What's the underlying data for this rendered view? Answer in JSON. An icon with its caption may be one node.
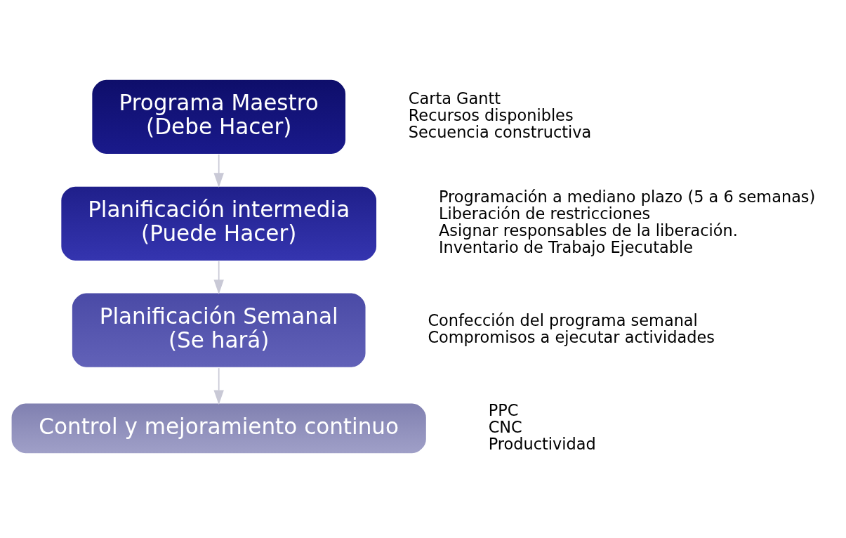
{
  "diagram": {
    "nodes": [
      {
        "text": [
          "Programa Maestro",
          "(Debe Hacer)"
        ],
        "beside": [
          "Carta Gantt",
          "Recursos disponibles",
          "Secuencia constructiva"
        ]
      },
      {
        "text": [
          "Planificación intermedia",
          "(Puede Hacer)"
        ],
        "beside": [
          "Programación a mediano plazo (5 a 6 semanas)",
          "Liberación de restricciones",
          "Asignar responsables de la liberación.",
          "Inventario de Trabajo Ejecutable"
        ]
      },
      {
        "text": [
          "Planificación Semanal",
          "(Se hará)"
        ],
        "beside": [
          "Confección del programa semanal",
          "Compromisos a ejecutar actividades"
        ]
      },
      {
        "text": [
          "Control y mejoramiento continuo"
        ],
        "beside": [
          "PPC",
          "CNC",
          "Productividad"
        ]
      }
    ],
    "edges": [
      {
        "from": 0,
        "to": 1,
        "arrow": "to"
      },
      {
        "from": 1,
        "to": 2,
        "arrow": "to"
      },
      {
        "from": 2,
        "to": 3,
        "arrow": "to"
      }
    ]
  }
}
